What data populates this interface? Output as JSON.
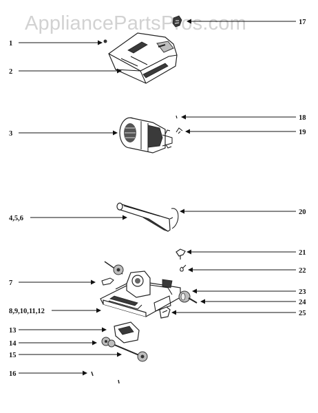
{
  "watermark": "AppliancePartsPros.com",
  "callouts": [
    "1",
    "2",
    "3",
    "4,5,6",
    "7",
    "8,9,10,11,12",
    "13",
    "14",
    "15",
    "16",
    "17",
    "18",
    "19",
    "20",
    "21",
    "22",
    "23",
    "24",
    "25"
  ]
}
